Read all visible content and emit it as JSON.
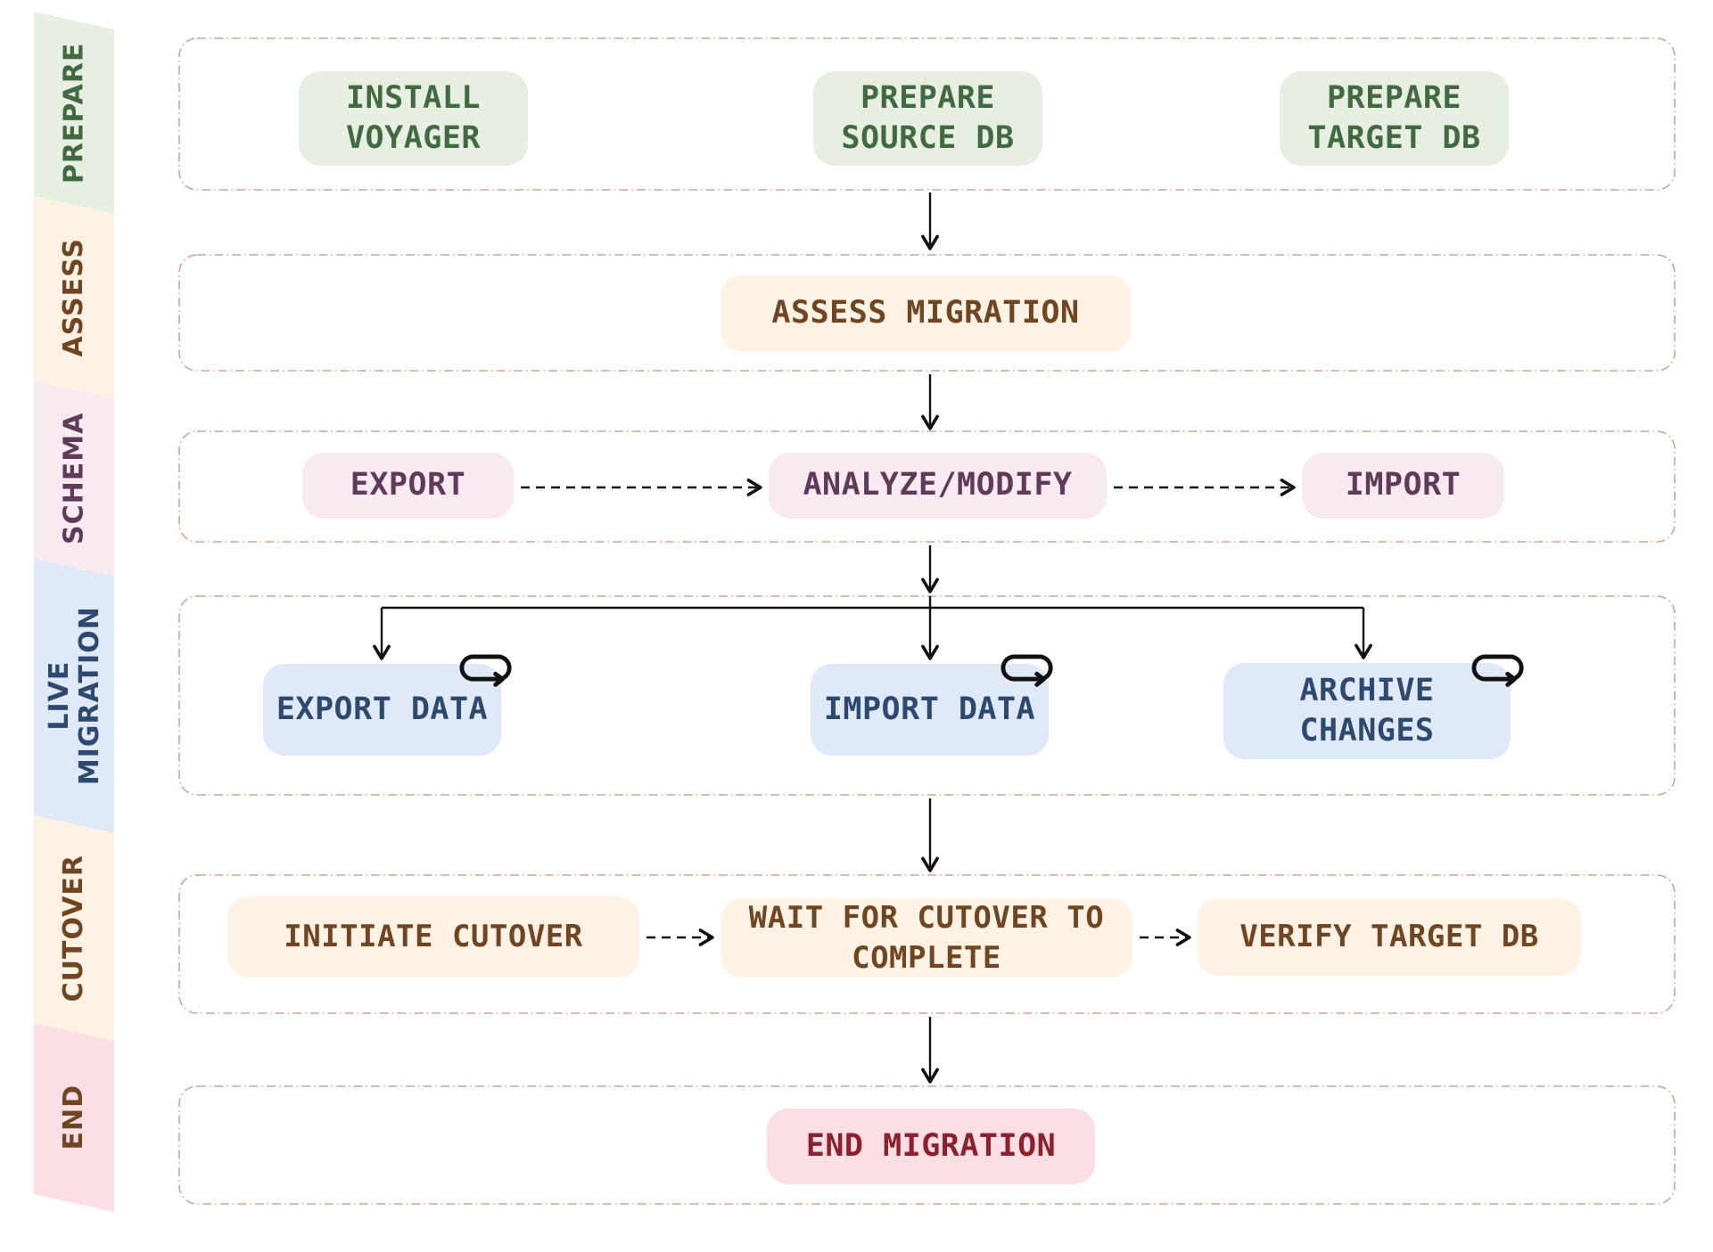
{
  "diagram": {
    "phases": [
      {
        "id": "prepare",
        "label": "PREPARE"
      },
      {
        "id": "assess",
        "label": "ASSESS"
      },
      {
        "id": "schema",
        "label": "SCHEMA"
      },
      {
        "id": "live_migration",
        "label": "LIVE\nMIGRATION"
      },
      {
        "id": "cutover",
        "label": "CUTOVER"
      },
      {
        "id": "end",
        "label": "END"
      }
    ],
    "nodes": {
      "install_voyager": "INSTALL\nVOYAGER",
      "prepare_source_db": "PREPARE\nSOURCE DB",
      "prepare_target_db": "PREPARE\nTARGET DB",
      "assess_migration": "ASSESS MIGRATION",
      "export_schema": "EXPORT",
      "analyze_modify": "ANALYZE/MODIFY",
      "import_schema": "IMPORT",
      "export_data": "EXPORT DATA",
      "import_data": "IMPORT DATA",
      "archive_changes": "ARCHIVE\nCHANGES",
      "initiate_cutover": "INITIATE CUTOVER",
      "wait_for_cutover": "WAIT FOR CUTOVER TO\nCOMPLETE",
      "verify_target_db": "VERIFY TARGET DB",
      "end_migration": "END MIGRATION"
    },
    "edges": [
      {
        "from": "prepare_row",
        "to": "assess_migration",
        "style": "solid"
      },
      {
        "from": "assess_migration",
        "to": "schema_row",
        "style": "solid"
      },
      {
        "from": "export_schema",
        "to": "analyze_modify",
        "style": "dashed"
      },
      {
        "from": "analyze_modify",
        "to": "import_schema",
        "style": "dashed"
      },
      {
        "from": "schema_row",
        "to": "export_data",
        "style": "solid-branch"
      },
      {
        "from": "schema_row",
        "to": "import_data",
        "style": "solid-branch"
      },
      {
        "from": "schema_row",
        "to": "archive_changes",
        "style": "solid-branch"
      },
      {
        "from": "export_data",
        "to": "export_data",
        "style": "loop"
      },
      {
        "from": "import_data",
        "to": "import_data",
        "style": "loop"
      },
      {
        "from": "archive_changes",
        "to": "archive_changes",
        "style": "loop"
      },
      {
        "from": "live_row",
        "to": "cutover_row",
        "style": "solid"
      },
      {
        "from": "initiate_cutover",
        "to": "wait_for_cutover",
        "style": "dashed"
      },
      {
        "from": "wait_for_cutover",
        "to": "verify_target_db",
        "style": "dashed"
      },
      {
        "from": "cutover_row",
        "to": "end_migration",
        "style": "solid"
      }
    ]
  },
  "theme": {
    "background": "#ffffff",
    "row_border": "#cfa595",
    "arrow": "#111111",
    "prepare_bg": "#e7efe2",
    "prepare_text": "#426a40",
    "assess_bg": "#fdf2e3",
    "assess_text": "#6f4621",
    "schema_bg": "#f7ebf1",
    "schema_text": "#5f3b58",
    "live_bg": "#dfe9f7",
    "live_text": "#2d4a6e",
    "cutover_bg": "#fdf2e3",
    "cutover_text": "#6f4621",
    "end_bg": "#fcdfe4",
    "end_text": "#8e1f2d",
    "sidebar_end_text": "#6f4621"
  }
}
